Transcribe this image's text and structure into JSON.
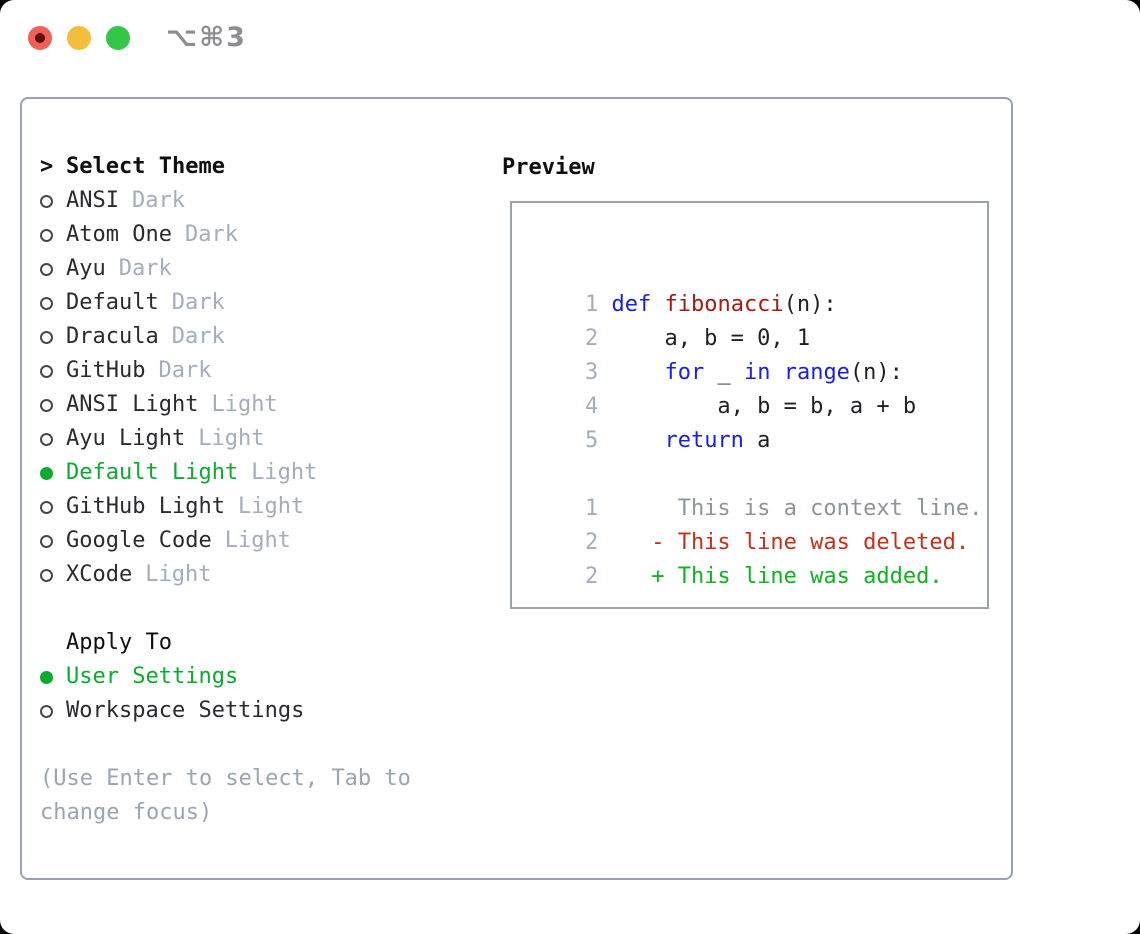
{
  "window": {
    "title": "⌥⌘3"
  },
  "traffic_lights": [
    {
      "name": "close",
      "color": "#ef6156",
      "has_inner_dot": true
    },
    {
      "name": "minimize",
      "color": "#f5bd3e",
      "has_inner_dot": false
    },
    {
      "name": "zoom",
      "color": "#33c748",
      "has_inner_dot": false
    }
  ],
  "theme_selector": {
    "header": {
      "prefix": ">",
      "label": "Select Theme"
    },
    "items": [
      {
        "name": "ANSI",
        "variant": "Dark",
        "selected": false
      },
      {
        "name": "Atom One",
        "variant": "Dark",
        "selected": false
      },
      {
        "name": "Ayu",
        "variant": "Dark",
        "selected": false
      },
      {
        "name": "Default",
        "variant": "Dark",
        "selected": false
      },
      {
        "name": "Dracula",
        "variant": "Dark",
        "selected": false
      },
      {
        "name": "GitHub",
        "variant": "Dark",
        "selected": false
      },
      {
        "name": "ANSI Light",
        "variant": "Light",
        "selected": false
      },
      {
        "name": "Ayu Light",
        "variant": "Light",
        "selected": false
      },
      {
        "name": "Default Light",
        "variant": "Light",
        "selected": true
      },
      {
        "name": "GitHub Light",
        "variant": "Light",
        "selected": false
      },
      {
        "name": "Google Code",
        "variant": "Light",
        "selected": false
      },
      {
        "name": "XCode",
        "variant": "Light",
        "selected": false
      }
    ],
    "apply_to": {
      "label": "Apply To",
      "options": [
        {
          "name": "User Settings",
          "selected": true
        },
        {
          "name": "Workspace Settings",
          "selected": false
        }
      ]
    },
    "hint": "(Use Enter to select, Tab to change focus)"
  },
  "preview": {
    "label": "Preview",
    "code_lines": [
      {
        "num": "1",
        "tokens": [
          {
            "text": "def",
            "style": "keyword"
          },
          {
            "text": " ",
            "style": "plain"
          },
          {
            "text": "fibonacci",
            "style": "function"
          },
          {
            "text": "(n):",
            "style": "plain"
          }
        ]
      },
      {
        "num": "2",
        "tokens": [
          {
            "text": "    a, b = 0, 1",
            "style": "plain"
          }
        ]
      },
      {
        "num": "3",
        "tokens": [
          {
            "text": "    ",
            "style": "plain"
          },
          {
            "text": "for",
            "style": "keyword"
          },
          {
            "text": " _ ",
            "style": "plain"
          },
          {
            "text": "in",
            "style": "keyword"
          },
          {
            "text": " ",
            "style": "plain"
          },
          {
            "text": "range",
            "style": "keyword"
          },
          {
            "text": "(n):",
            "style": "plain"
          }
        ]
      },
      {
        "num": "4",
        "tokens": [
          {
            "text": "        a, b = b, a + b",
            "style": "plain"
          }
        ]
      },
      {
        "num": "5",
        "tokens": [
          {
            "text": "    ",
            "style": "plain"
          },
          {
            "text": "return",
            "style": "keyword"
          },
          {
            "text": " a",
            "style": "plain"
          }
        ]
      },
      {
        "num": "",
        "tokens": []
      },
      {
        "num": "1",
        "tokens": [
          {
            "text": "     This is a context line.",
            "style": "context"
          }
        ]
      },
      {
        "num": "2",
        "tokens": [
          {
            "text": "   - This line was deleted.",
            "style": "deleted"
          }
        ]
      },
      {
        "num": "2",
        "tokens": [
          {
            "text": "   + This line was added.",
            "style": "added"
          }
        ]
      }
    ]
  },
  "colors": {
    "accent_green": "#0daa2f",
    "keyword_blue": "#1b20dc",
    "function_red": "#a41b12",
    "deleted_red": "#c5301b",
    "added_green": "#10b31f",
    "context_gray": "#8e949b",
    "muted_gray": "#a3adbb",
    "panel_border": "#99a2ae"
  }
}
